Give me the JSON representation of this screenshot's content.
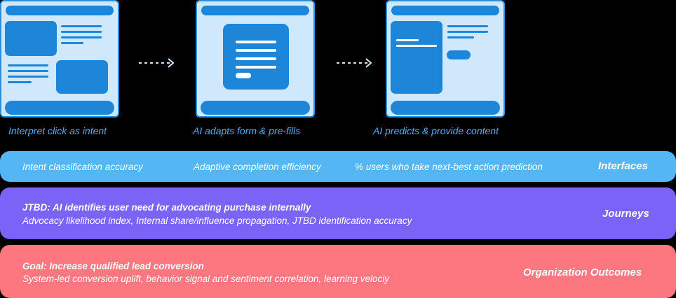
{
  "steps": [
    {
      "caption": "Interpret click as intent"
    },
    {
      "caption": "AI adapts form & pre-fills"
    },
    {
      "caption": "AI predicts & provide content"
    }
  ],
  "interfaces": {
    "title": "Interfaces",
    "metrics": [
      "Intent classification accuracy",
      "Adaptive completion efficiency",
      "% users who take next-best action prediction"
    ]
  },
  "journeys": {
    "title": "Journeys",
    "jtbd": "JTBD: AI identifies user need for advocating purchase internally",
    "metrics": "Advocacy likelihood index, Internal share/influence propagation, JTBD identification accuracy"
  },
  "outcomes": {
    "title": "Organization Outcomes",
    "goal": "Goal: Increase qualified lead conversion",
    "metrics": "System-led conversion uplift, behavior signal and sentiment correlation, learning velociy"
  },
  "colors": {
    "background": "#000000",
    "screen_fill": "#cfe8fb",
    "screen_accent": "#1e86d9",
    "caption": "#56acef",
    "interfaces_band": "#55b6f6",
    "journeys_band": "#7a63f6",
    "outcomes_band": "#fc7780"
  }
}
